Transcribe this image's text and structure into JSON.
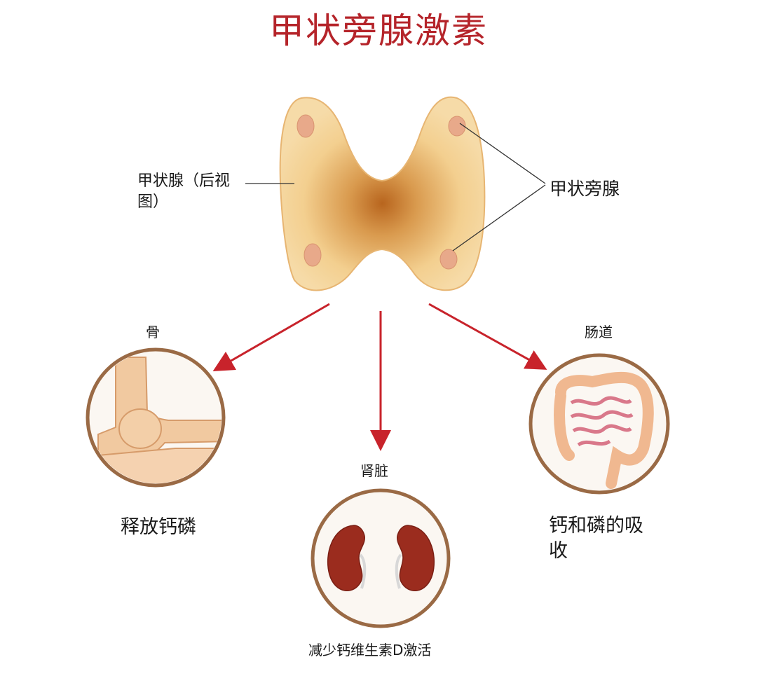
{
  "title": "甲状旁腺激素",
  "labels": {
    "thyroid": "甲状腺（后视图）",
    "parathyroid": "甲状旁腺",
    "bone": "骨",
    "kidney": "肾脏",
    "intestine": "肠道"
  },
  "effects": {
    "bone": "释放钙磷",
    "kidney": "减少钙维生素D激活",
    "intestine": "钙和磷的吸收"
  },
  "colors": {
    "title": "#b5242a",
    "arrow": "#c8232b",
    "gland": "#f3cf8f",
    "gland_center": "#b8651e",
    "parathyroid_dot": "#e8a98a",
    "circle_border": "#9a6a45",
    "kidney": "#9b2c1e"
  }
}
